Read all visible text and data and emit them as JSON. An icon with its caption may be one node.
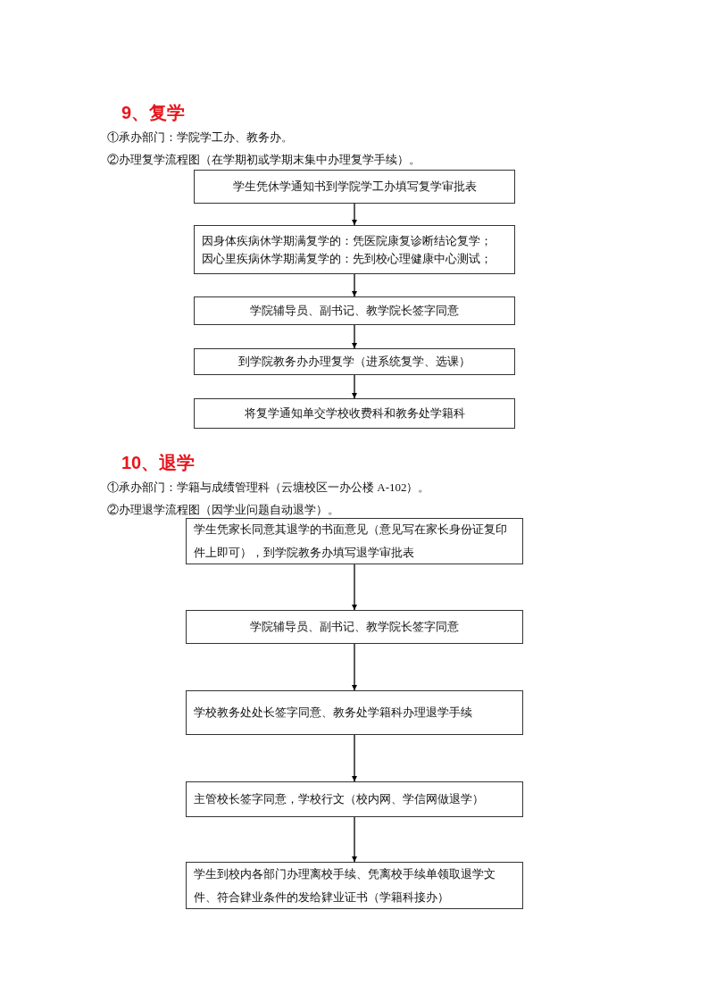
{
  "diagram": {
    "nodes": [
      {
        "text": [
          "学生凭休学通知书到学院学工办填写复学审批表"
        ]
      },
      {
        "text": [
          "因身体疾病休学期满复学的：凭医院康复诊断结论复学；",
          "因心里疾病休学期满复学的：先到校心理健康中心测试；"
        ]
      },
      {
        "text": [
          "学院辅导员、副书记、教学院长签字同意"
        ]
      },
      {
        "text": [
          "到学院教务办办理复学（进系统复学、选课）"
        ]
      },
      {
        "text": [
          "将复学通知单交学校收费科和教务处学籍科"
        ]
      },
      {
        "text": [
          "学生凭家长同意其退学的书面意见（意见写在家长身份证复印件上即可），到学院教务办填写退学审批表"
        ]
      },
      {
        "text": [
          "学院辅导员、副书记、教学院长签字同意"
        ]
      },
      {
        "text": [
          "学校教务处处长签字同意、教务处学籍科办理退学手续"
        ]
      },
      {
        "text": [
          "主管校长签字同意，学校行文（校内网、学信网做退学）"
        ]
      },
      {
        "text": [
          "学生到校内各部门办理离校手续、凭离校手续单领取退学文件、符合肄业条件的发给肄业证书（学籍科接办）"
        ]
      }
    ],
    "edges": [
      {
        "from": 0,
        "to": 1,
        "arrow": "to"
      },
      {
        "from": 1,
        "to": 2,
        "arrow": "to"
      },
      {
        "from": 2,
        "to": 3,
        "arrow": "to"
      },
      {
        "from": 3,
        "to": 4,
        "arrow": "to"
      },
      {
        "from": 5,
        "to": 6,
        "arrow": "to"
      },
      {
        "from": 6,
        "to": 7,
        "arrow": "to"
      },
      {
        "from": 7,
        "to": 8,
        "arrow": "to"
      },
      {
        "from": 8,
        "to": 9,
        "arrow": "to"
      }
    ],
    "labels": [
      "9、复学",
      "①承办部门：学院学工办、教务办。",
      "②办理复学流程图（在学期初或学期末集中办理复学手续）。",
      "10、退学",
      "①承办部门：学籍与成绩管理科（云塘校区一办公楼 A-102）。",
      "②办理退学流程图（因学业问题自动退学）。"
    ]
  }
}
